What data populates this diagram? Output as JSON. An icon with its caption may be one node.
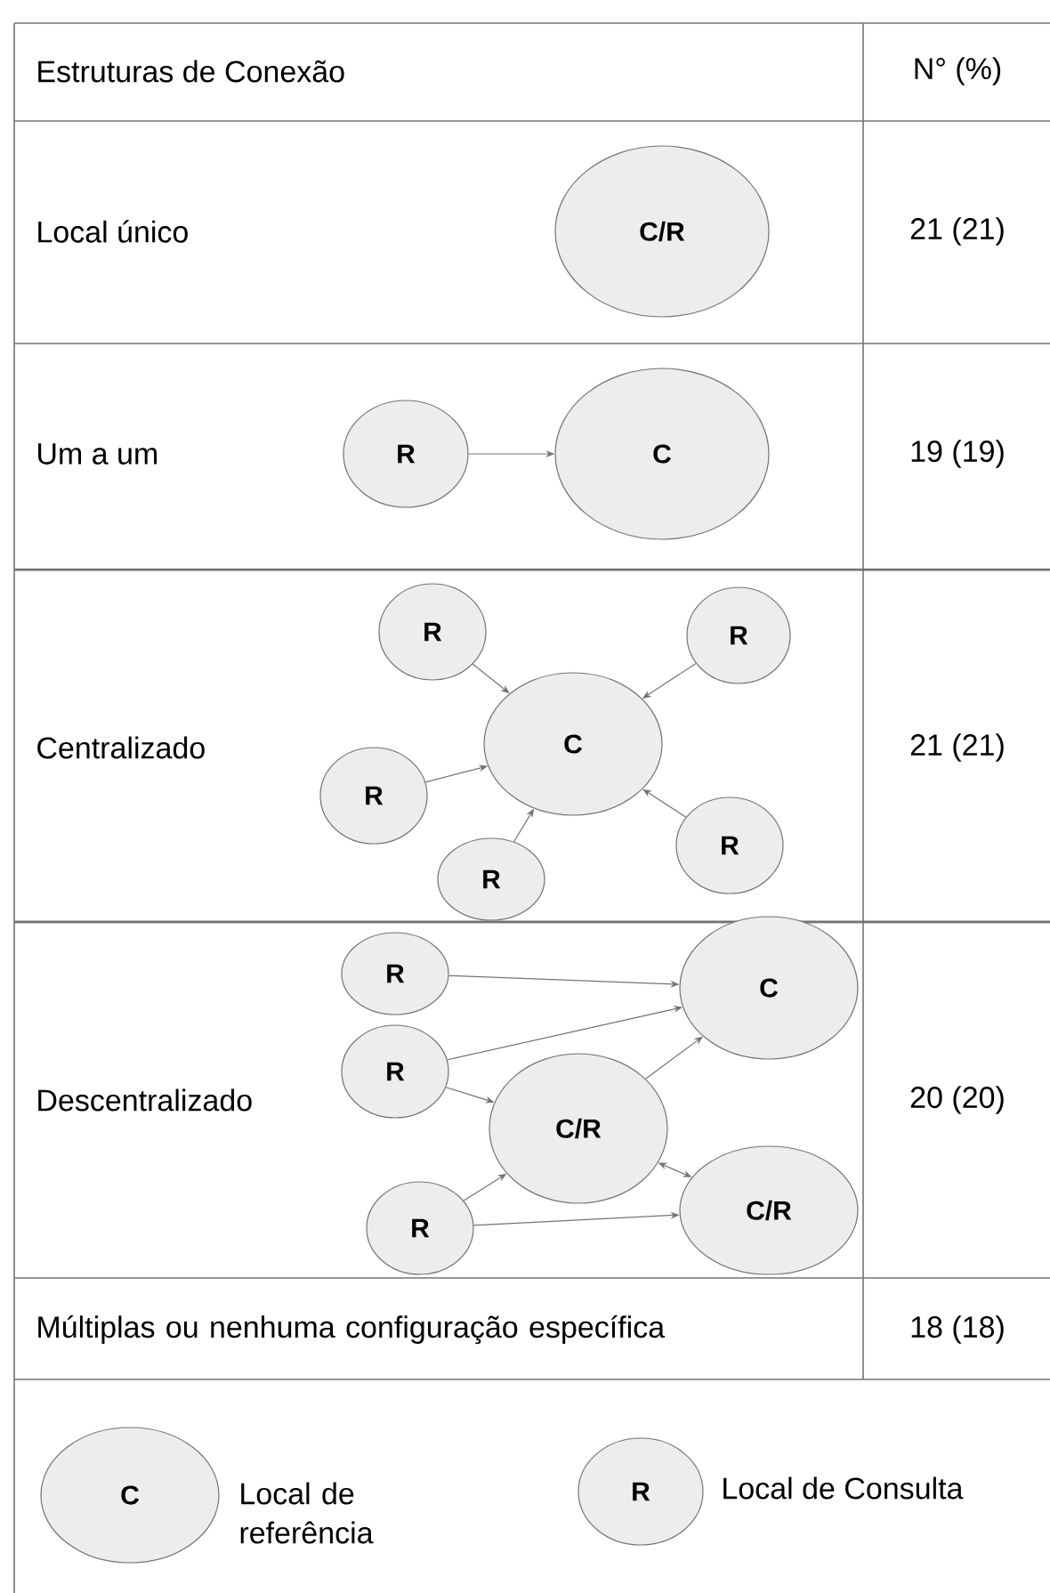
{
  "diagram": {
    "nodes": [
      {
        "text": [
          "C/R"
        ]
      },
      {
        "text": [
          "R"
        ]
      },
      {
        "text": [
          "C"
        ]
      },
      {
        "text": [
          "R"
        ]
      },
      {
        "text": [
          "R"
        ]
      },
      {
        "text": [
          "R"
        ]
      },
      {
        "text": [
          "C"
        ]
      },
      {
        "text": [
          "R"
        ]
      },
      {
        "text": [
          "R"
        ]
      },
      {
        "text": [
          "R"
        ]
      },
      {
        "text": [
          "C"
        ]
      },
      {
        "text": [
          "R"
        ]
      },
      {
        "text": [
          "C/R"
        ]
      },
      {
        "text": [
          "C/R"
        ]
      },
      {
        "text": [
          "R"
        ]
      },
      {
        "text": [
          "C"
        ],
        "beside": [
          "Local de referência"
        ]
      },
      {
        "text": [
          "R"
        ],
        "beside": [
          "Local de Consulta"
        ]
      }
    ],
    "edges": [
      {
        "from": 1,
        "to": 2,
        "arrow": "to"
      },
      {
        "from": 3,
        "to": 6,
        "arrow": "to"
      },
      {
        "from": 4,
        "to": 6,
        "arrow": "to"
      },
      {
        "from": 5,
        "to": 6,
        "arrow": "to"
      },
      {
        "from": 7,
        "to": 6,
        "arrow": "to"
      },
      {
        "from": 8,
        "to": 6,
        "arrow": "to"
      },
      {
        "from": 9,
        "to": 10,
        "arrow": "to"
      },
      {
        "from": 11,
        "to": 10,
        "arrow": "to"
      },
      {
        "from": 11,
        "to": 12,
        "arrow": "to"
      },
      {
        "from": 12,
        "to": 10,
        "arrow": "to"
      },
      {
        "from": 12,
        "to": 13,
        "arrow": "both"
      },
      {
        "from": 14,
        "to": 12,
        "arrow": "to"
      },
      {
        "from": 14,
        "to": 13,
        "arrow": "to"
      }
    ],
    "labels": [
      "Estruturas de Conexão",
      "N° (%)",
      "Local único",
      "21 (21)",
      "Um a um",
      "19 (19)",
      "Centralizado",
      "21 (21)",
      "Descentralizado",
      "20 (20)",
      "Múltiplas ou nenhuma configuração específica",
      "18 (18)"
    ]
  }
}
